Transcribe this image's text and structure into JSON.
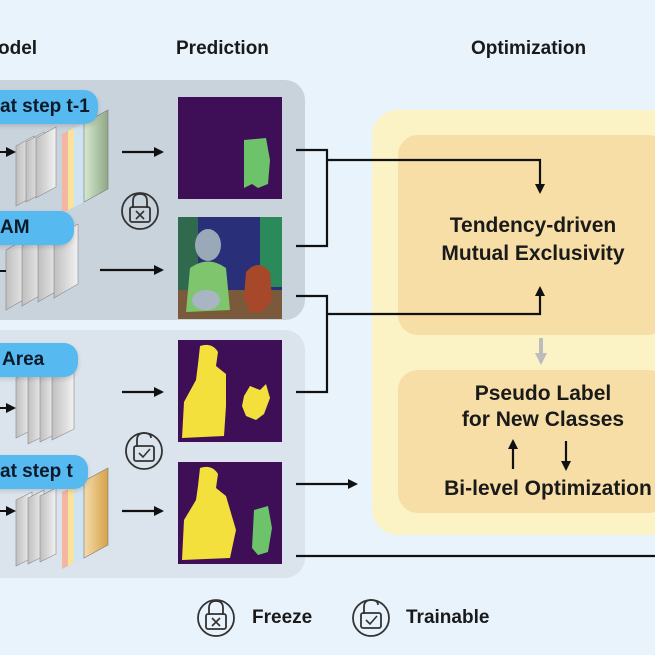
{
  "headers": {
    "model": "odel",
    "prediction": "Prediction",
    "optimization": "Optimization"
  },
  "model_tags": {
    "tag1": "at step t-1",
    "tag2": "AM",
    "tag3": "Area",
    "tag4": "at step t"
  },
  "optimization": {
    "box1_line1": "Tendency-driven",
    "box1_line2": "Mutual Exclusivity",
    "box2_line1": "Pseudo Label",
    "box2_line2": "for New Classes",
    "box2_line3": "Bi-level Optimization"
  },
  "legend": {
    "freeze": "Freeze",
    "trainable": "Trainable"
  },
  "colors": {
    "background": "#e9f3fb",
    "frozen_panel": "#c9d3dc",
    "trainable_panel": "#dbe4ec",
    "optimization_panel": "#fbf2c5",
    "optimization_box": "#f6dea6",
    "tag": "#56b9ef",
    "mask_background": "#3e0e57",
    "mask_green": "#6cc36a",
    "mask_yellow": "#f4e03c",
    "arrow_gray": "#bcbcbc"
  },
  "icons": {
    "frozen_lock": "lock-closed-icon",
    "trainable_lock": "lock-open-icon"
  }
}
